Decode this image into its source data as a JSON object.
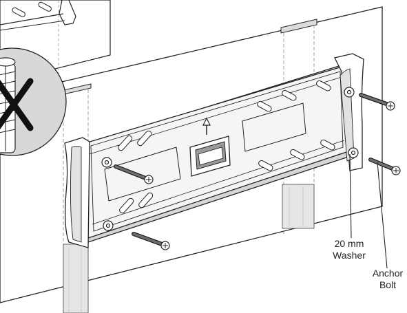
{
  "callouts": {
    "washer": {
      "line1": "20 mm",
      "line2": "Washer"
    },
    "anchor_bolt": {
      "line1": "Anchor",
      "line2": "Bolt"
    }
  },
  "icons": {
    "prohibited": "drywall-anchor-crossed-out-icon",
    "direction": "up-arrow-icon"
  },
  "colors": {
    "stroke": "#222222",
    "wall": "#ffffff",
    "stud": "#e2e2e2",
    "shade": "#d4d4d4"
  }
}
